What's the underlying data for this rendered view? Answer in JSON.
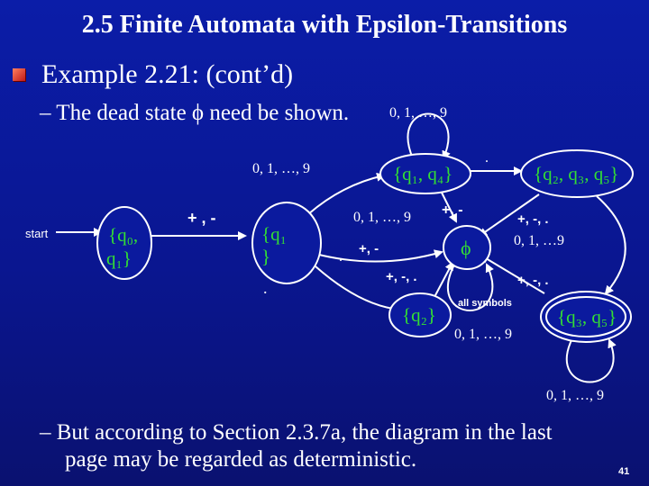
{
  "slide": {
    "title": "2.5 Finite Automata with Epsilon-Transitions",
    "heading": "Example 2.21: (cont’d)",
    "line1": "– The dead state ϕ need be shown.",
    "line2a": "– But according to Section 2.3.7a, the diagram in the last",
    "line2b": "page may be regarded as deterministic.",
    "page_number": "41"
  },
  "diagram": {
    "start_label": "start",
    "states": {
      "q0q1_a": "{q₀,",
      "q0q1_b": "q₁}",
      "q1_a": "{q₁",
      "q1_b": "}",
      "q1q4": "{q₁, q₄}",
      "q2q3q5": "{q₂, q₃, q₅}",
      "phi": "ϕ",
      "q2": "{q₂}",
      "q3q5": "{q₃, q₅}"
    },
    "edge_labels": {
      "self_q1q4": "0, 1, …, 9",
      "q1_to_q1q4": "0, 1, …, 9",
      "q0q1_to_q1": "+ , -",
      "q1_dot": ".",
      "q1q4_to_phi_digits": "0, 1, …, 9",
      "q1q4_to_phi_signs": "+, -",
      "q1q4_dot": ".",
      "q1_to_phi": "+, -",
      "q1_small_dot": ".",
      "q2_to_phi": "+, -, .",
      "q2q3q5_to_phi": "+, -, .",
      "q2q3q5_digits": "0, 1, …9",
      "q3q5_to_phi": "+, -, .",
      "phi_self": "all symbols",
      "q3q5_in_digits": "0, 1, …, 9",
      "self_q3q5": "0, 1, …, 9"
    }
  }
}
